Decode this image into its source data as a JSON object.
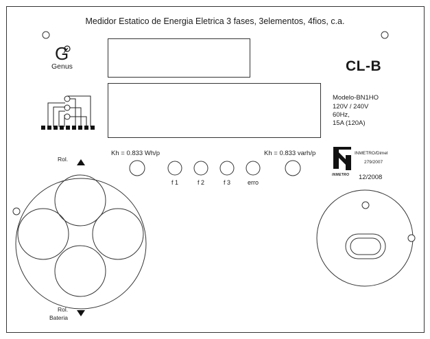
{
  "header": {
    "title": "Medidor Estatico de Energia Eletrica 3 fases, 3elementos, 4fios, c.a."
  },
  "brand": {
    "name": "Genus",
    "logo_letter": "G",
    "logo_icon": "genus-logo-icon"
  },
  "meter": {
    "class": "CL-B",
    "model": "Modelo-BN1HO",
    "voltage": "120V / 240V",
    "frequency": "60Hz,",
    "current": "15A (120A)"
  },
  "constants": {
    "kh_active": "Kh = 0.833 Wh/p",
    "kh_reactive": "Kh = 0.833 varh/p"
  },
  "indicators": [
    "f 1",
    "f 2",
    "f 3",
    "erro"
  ],
  "certification": {
    "authority": "INMETRO/Dimel",
    "ordinance": "279/2007",
    "mark": "INMETRO",
    "date": "12/2008"
  },
  "roller": {
    "label_top": "Rol.",
    "label_bottom": "Rol.",
    "battery": "Bateria"
  },
  "icons": {
    "arrow_up": "arrow-up-icon",
    "arrow_down": "arrow-down-icon",
    "wiring": "wiring-diagram-icon"
  },
  "colors": {
    "line": "#333333",
    "ink": "#1a1a1a",
    "background": "#ffffff"
  }
}
